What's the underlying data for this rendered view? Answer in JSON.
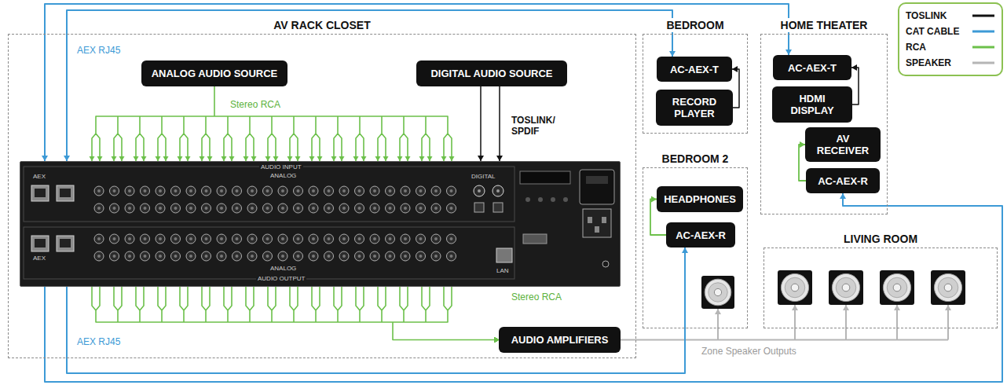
{
  "diagram": {
    "nodes": [
      {
        "text": [
          "AV RACK CLOSET"
        ]
      },
      {
        "text": [
          "ANALOG AUDIO SOURCE"
        ],
        "in": 0
      },
      {
        "text": [
          "DIGITAL AUDIO SOURCE"
        ],
        "in": 0
      },
      {
        "text": [
          "AEX",
          "AUDIO INPUT",
          "ANALOG",
          "DIGITAL",
          "AEX",
          "ANALOG",
          "AUDIO OUTPUT",
          "LAN"
        ],
        "in": 0
      },
      {
        "text": [
          "AUDIO AMPLIFIERS"
        ],
        "in": 0
      },
      {
        "text": [
          "BEDROOM"
        ]
      },
      {
        "text": [
          "AC-AEX-T"
        ],
        "in": 5
      },
      {
        "text": [
          "RECORD PLAYER"
        ],
        "in": 5
      },
      {
        "text": [
          "HOME THEATER"
        ]
      },
      {
        "text": [
          "AC-AEX-T"
        ],
        "in": 8
      },
      {
        "text": [
          "HDMI DISPLAY"
        ],
        "in": 8
      },
      {
        "text": [
          "AV RECEIVER"
        ],
        "in": 8
      },
      {
        "text": [
          "AC-AEX-R"
        ],
        "in": 8
      },
      {
        "text": [
          "BEDROOM 2"
        ]
      },
      {
        "text": [
          "HEADPHONES"
        ],
        "in": 13
      },
      {
        "text": [
          "AC-AEX-R"
        ],
        "in": 13
      },
      {
        "text": [
          "LIVING ROOM"
        ]
      }
    ],
    "edges": [
      {
        "from": 1,
        "to": 3,
        "arrow": "to",
        "label": "Stereo RCA"
      },
      {
        "from": 2,
        "to": 3,
        "arrow": "to",
        "label": "TOSLINK/ SPDIF"
      },
      {
        "from": 6,
        "to": 3,
        "arrow": "both"
      },
      {
        "from": 9,
        "to": 3,
        "arrow": "both"
      },
      {
        "from": 7,
        "to": 6,
        "arrow": "to"
      },
      {
        "from": 10,
        "to": 9,
        "arrow": "to"
      },
      {
        "from": 12,
        "to": 11,
        "arrow": "to"
      },
      {
        "from": 15,
        "to": 14,
        "arrow": "to"
      },
      {
        "from": 3,
        "to": 4,
        "arrow": "to",
        "label": "Stereo RCA"
      },
      {
        "from": 3,
        "to": 15,
        "arrow": "to"
      },
      {
        "from": 3,
        "to": 12,
        "arrow": "to"
      }
    ],
    "labels": [
      "AEX RJ45",
      "AEX RJ45",
      "Zone Speaker Outputs"
    ],
    "legend": [
      {
        "text": "TOSLINK"
      },
      {
        "text": "CAT CABLE"
      },
      {
        "text": "RCA"
      },
      {
        "text": "SPEAKER"
      }
    ]
  }
}
